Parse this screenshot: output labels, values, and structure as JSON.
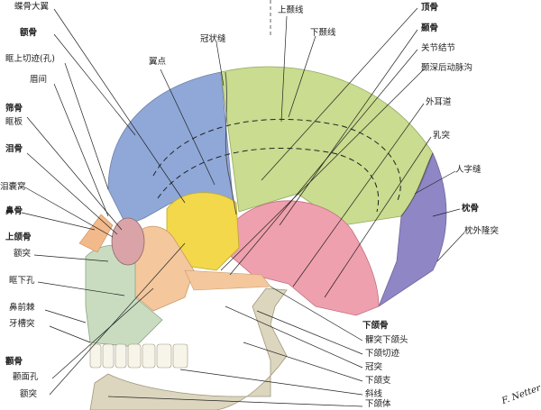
{
  "labels_left": {
    "sphenoid_greater_wing": "蝶骨大翼",
    "frontal_bone": "额骨",
    "supraorbital_notch": "眶上切迹(孔)",
    "glabella": "眉间",
    "ethmoid_bone": "筛骨",
    "orbital_plate": "眶板",
    "lacrimal_bone": "泪骨",
    "lacrimal_fossa": "泪囊窝",
    "nasal_bone": "鼻骨",
    "maxilla": "上颌骨",
    "frontal_process": "额突",
    "infraorbital_foramen": "眶下孔",
    "anterior_nasal_spine": "鼻前棘",
    "alveolar_process": "牙槽突",
    "zygomatic_bone": "颧骨",
    "zygomaticofacial_foramen": "颧面孔",
    "zygomatic_frontal_process": "额突"
  },
  "labels_top": {
    "pterion": "翼点",
    "coronal_suture": "冠状缝",
    "superior_temporal_line": "上颞线",
    "inferior_temporal_line": "下颞线"
  },
  "labels_right": {
    "parietal_bone": "顶骨",
    "temporal_bone": "颞骨",
    "articular_tubercle": "关节结节",
    "groove_middle_temporal_artery": "颞深后动脉沟",
    "external_acoustic_meatus": "外耳道",
    "mastoid_process": "乳突",
    "lambdoid_suture": "人字缝",
    "occipital_bone": "枕骨",
    "external_occipital_protuberance": "枕外隆突"
  },
  "labels_mandible": {
    "mandible": "下颌骨",
    "condylar_process_head": "髁突下颌头",
    "mandibular_notch": "下颌切迹",
    "coronoid_process": "冠突",
    "ramus": "下颌支",
    "oblique_line": "斜线",
    "body": "下颌体"
  },
  "signature": "F. Netter M.D.",
  "colors": {
    "frontal": "#8fa8d8",
    "parietal": "#c9dc8f",
    "temporal": "#efa0ae",
    "occipital": "#8f86c6",
    "sphenoid": "#f2d84a",
    "zygomatic": "#f4c79d",
    "maxilla": "#c9dcc0",
    "mandible": "#ddd6bf",
    "nasal": "#f2b98a"
  }
}
